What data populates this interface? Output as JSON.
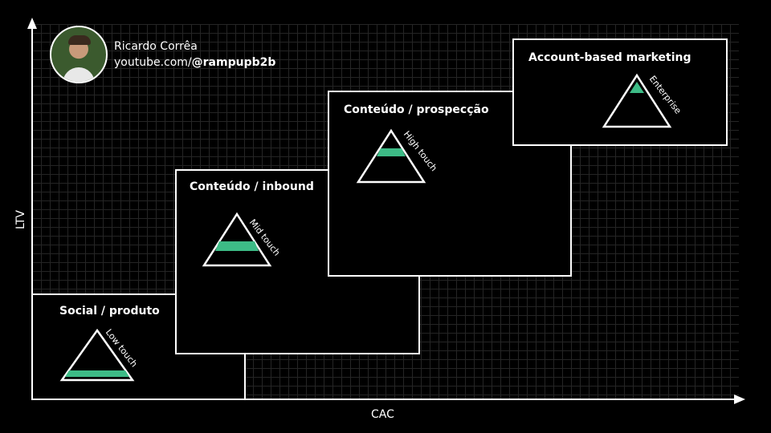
{
  "profile": {
    "name": "Ricardo Corrêa",
    "url_prefix": "youtube.com/",
    "handle": "@rampupb2b"
  },
  "axes": {
    "y_label": "LTV",
    "x_label": "CAC"
  },
  "segments": [
    {
      "title": "Social / produto",
      "touch": "Low touch",
      "fill_level": "base"
    },
    {
      "title": "Conteúdo / inbound",
      "touch": "Mid touch",
      "fill_level": "middle"
    },
    {
      "title": "Conteúdo / prospecção",
      "touch": "High touch",
      "fill_level": "upper"
    },
    {
      "title": "Account-based marketing",
      "touch": "Enterprise",
      "fill_level": "top"
    }
  ],
  "colors": {
    "background": "#000000",
    "line": "#ffffff",
    "accent": "#3dbb86",
    "grid": "#2a2a2a"
  }
}
